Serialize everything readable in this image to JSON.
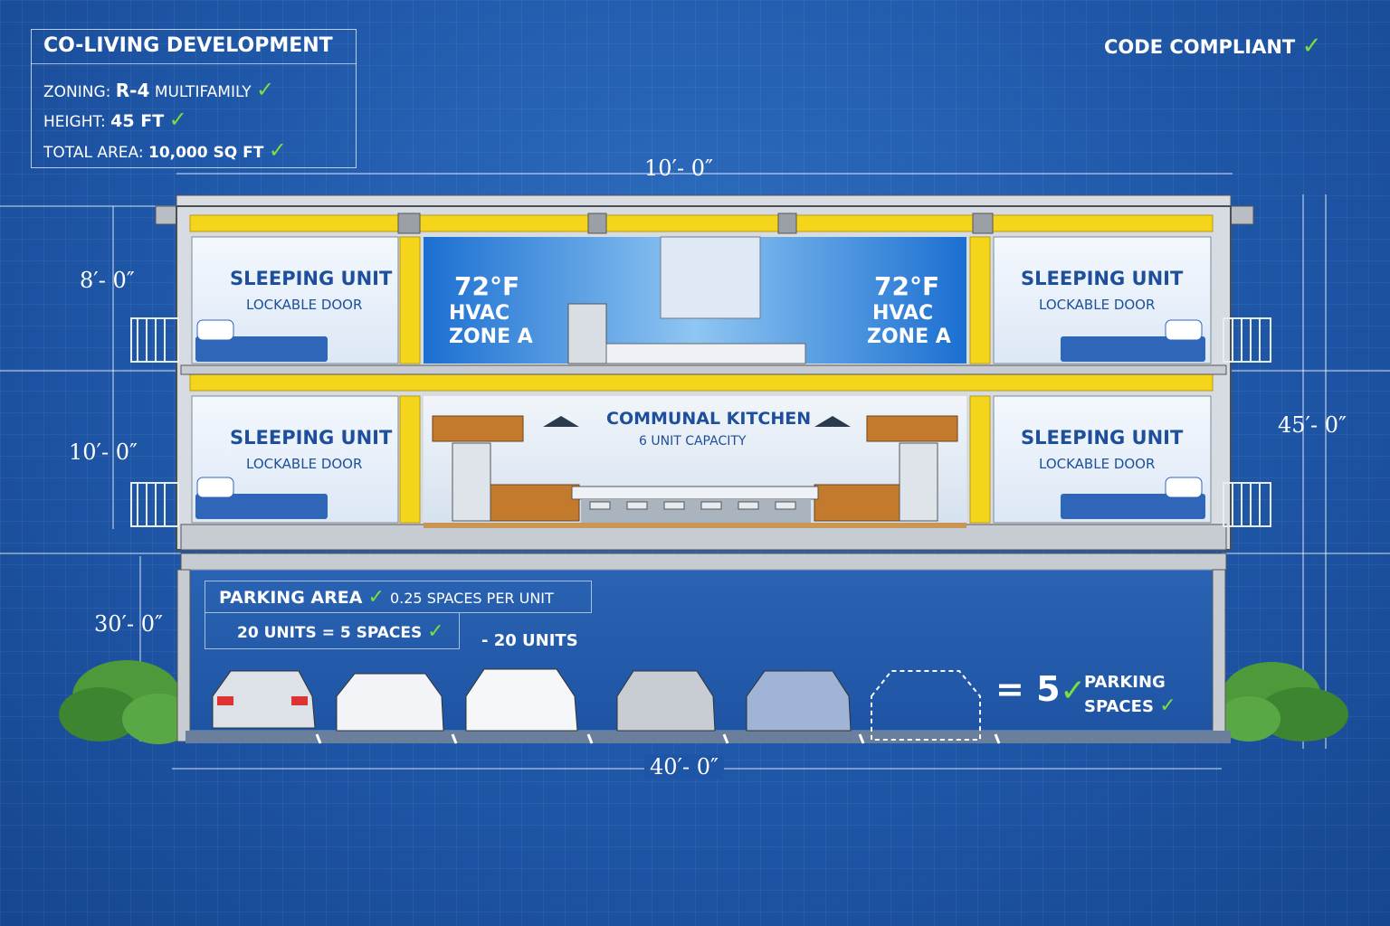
{
  "info": {
    "title": "CO-LIVING DEVELOPMENT",
    "zoning_label": "ZONING:",
    "zoning_value": "R-4",
    "zoning_suffix": "MULTIFAMILY",
    "height_label": "HEIGHT:",
    "height_value": "45 FT",
    "area_label": "TOTAL AREA:",
    "area_value": "10,000 SQ FT"
  },
  "compliance": {
    "label": "CODE COMPLIANT"
  },
  "check_glyph": "✓",
  "dimensions": {
    "top_width": "10′- 0″",
    "upper_floor": "8′- 0″",
    "middle_floor": "10′- 0″",
    "parking_level": "30′- 0″",
    "overall_height": "45′- 0″",
    "bottom_width": "40′- 0″"
  },
  "rooms": {
    "sleeping_title": "SLEEPING UNIT",
    "sleeping_sub": "LOCKABLE DOOR",
    "kitchen_title": "COMMUNAL KITCHEN",
    "kitchen_sub": "6 UNIT CAPACITY"
  },
  "hvac": {
    "temp": "72°F",
    "line1": "HVAC",
    "line2": "ZONE  A"
  },
  "parking": {
    "title": "PARKING AREA",
    "ratio": "0.25 SPACES PER UNIT",
    "calc": "20 UNITS = 5 SPACES",
    "units_note": "- 20 UNITS",
    "result_num": "= 5",
    "result_line1": "PARKING",
    "result_line2": "SPACES"
  },
  "colors": {
    "background": "#1f57a8",
    "insulation": "#f5d51c",
    "room_wall": "#e3ecf8",
    "accent_check": "#7be03a",
    "label_blue": "#1d4f9c"
  }
}
